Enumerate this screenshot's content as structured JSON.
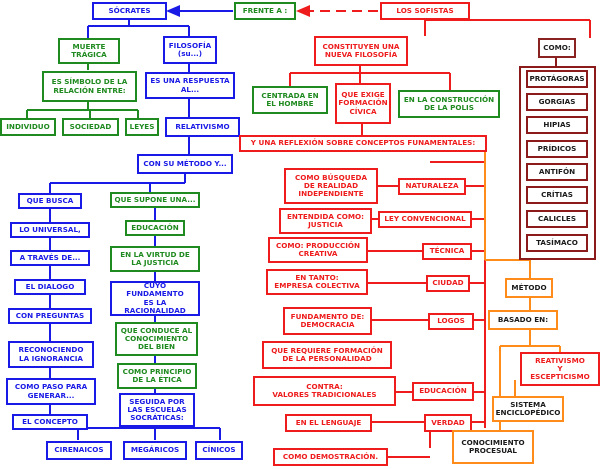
{
  "header": {
    "socrates": "SÓCRATES",
    "frente": "FRENTE A :",
    "sofistas": "LOS SOFISTAS"
  },
  "socrates_side": {
    "muerte": "MUERTE\nTRÁGICA",
    "filosofia": "FILOSOFÍA\n(su...)",
    "simbolo": "ES SÍMBOLO DE LA\nRELACIÓN ENTRE:",
    "respuesta": "ES UNA RESPUESTA\nAL...",
    "individuo": "INDIVIDUO",
    "sociedad": "SOCIEDAD",
    "leyes": "LEYES",
    "relativismo": "RELATIVISMO",
    "metodo": "CON SU MÉTODO Y...",
    "que_busca": "QUE BUSCA",
    "universal": "LO UNIVERSAL,",
    "traves": "A TRAVÉS DE...",
    "dialogo": "EL DIALOGO",
    "preguntas": "CON PREGUNTAS",
    "reconociendo": "RECONOCIENDO\nLA IGNORANCIA",
    "paso": "COMO PASO PARA\nGENERAR...",
    "concepto": "EL CONCEPTO",
    "supone": "QUE SUPONE UNA...",
    "educacion": "EDUCACIÓN",
    "virtud": "EN LA VIRTUD DE\nLA JUSTICIA",
    "fundamento": "CUYO FUNDAMENTO\nES LA\nRACIONALIDAD",
    "conduce": "QUE CONDUCE AL\nCONOCIMIENTO\nDEL BIEN",
    "principio": "COMO PRINCIPIO\nDE LA ÉTICA",
    "escuelas": "SEGUIDA POR\nLAS ESCUELAS\nSOCRÁTICAS:",
    "cirenaicos": "CIRENAICOS",
    "megaricos": "MEGÁRICOS",
    "cinicos": "CÍNICOS"
  },
  "sofistas_side": {
    "constituyen": "CONSTITUYEN UNA\nNUEVA FILOSOFÍA",
    "centrada": "CENTRADA EN\nEL HOMBRE",
    "exige": "QUE EXIGE\nFORMACIÓN\nCÍVICA",
    "construccion": "EN LA CONSTRUCCIÓN\nDE LA POLIS",
    "reflexion": "Y UNA REFLEXIÓN SOBRE CONCEPTOS FUNAMENTALES:",
    "busqueda": "COMO BÚSQUEDA\nDE REALIDAD\nINDEPENDIENTE",
    "naturaleza": "NATURALEZA",
    "entendida": "ENTENDIDA COMO:\nJUSTICIA",
    "ley": "LEY CONVENCIONAL",
    "produccion": "COMO: PRODUCCIÓN\nCREATIVA",
    "tecnica": "TÉCNICA",
    "empresa": "EN TANTO:\nEMPRESA COLECTIVA",
    "ciudad": "CIUDAD",
    "democracia": "FUNDAMENTO DE:\nDEMOCRACIA",
    "logos": "LOGOS",
    "requiere": "QUE REQUIERE FORMACIÓN\nDE LA PERSONALIDAD",
    "contra": "CONTRA:\nVALORES TRADICIONALES",
    "educacion": "EDUCACIÓN",
    "lenguaje": "EN EL LENGUAJE",
    "verdad": "VERDAD",
    "demostracion": "COMO DEMOSTRACIÓN.",
    "como": "COMO:",
    "metodo": "MÉTODO",
    "basado": "BASADO EN:",
    "reativismo": "REATIVISMO\nY\nESCEPTICISMO",
    "sistema": "SISTEMA\nENCICLOPÉDICO",
    "conocimiento": "CONOCIMIENTO\nPROCESUAL"
  },
  "sophists": [
    "PROTÁGORAS",
    "GORGIAS",
    "HIPIAS",
    "PRÍDICOS",
    "ANTIFÓN",
    "CRÍTIAS",
    "CALICLES",
    "TASÍMACO"
  ],
  "colors": {
    "socrates_blue": "#1a1ae6",
    "socrates_green": "#1f8a1f",
    "sofistas_red": "#ee1c1c",
    "method_orange": "#ff8c1a",
    "names_maroon": "#8b1a1a"
  }
}
